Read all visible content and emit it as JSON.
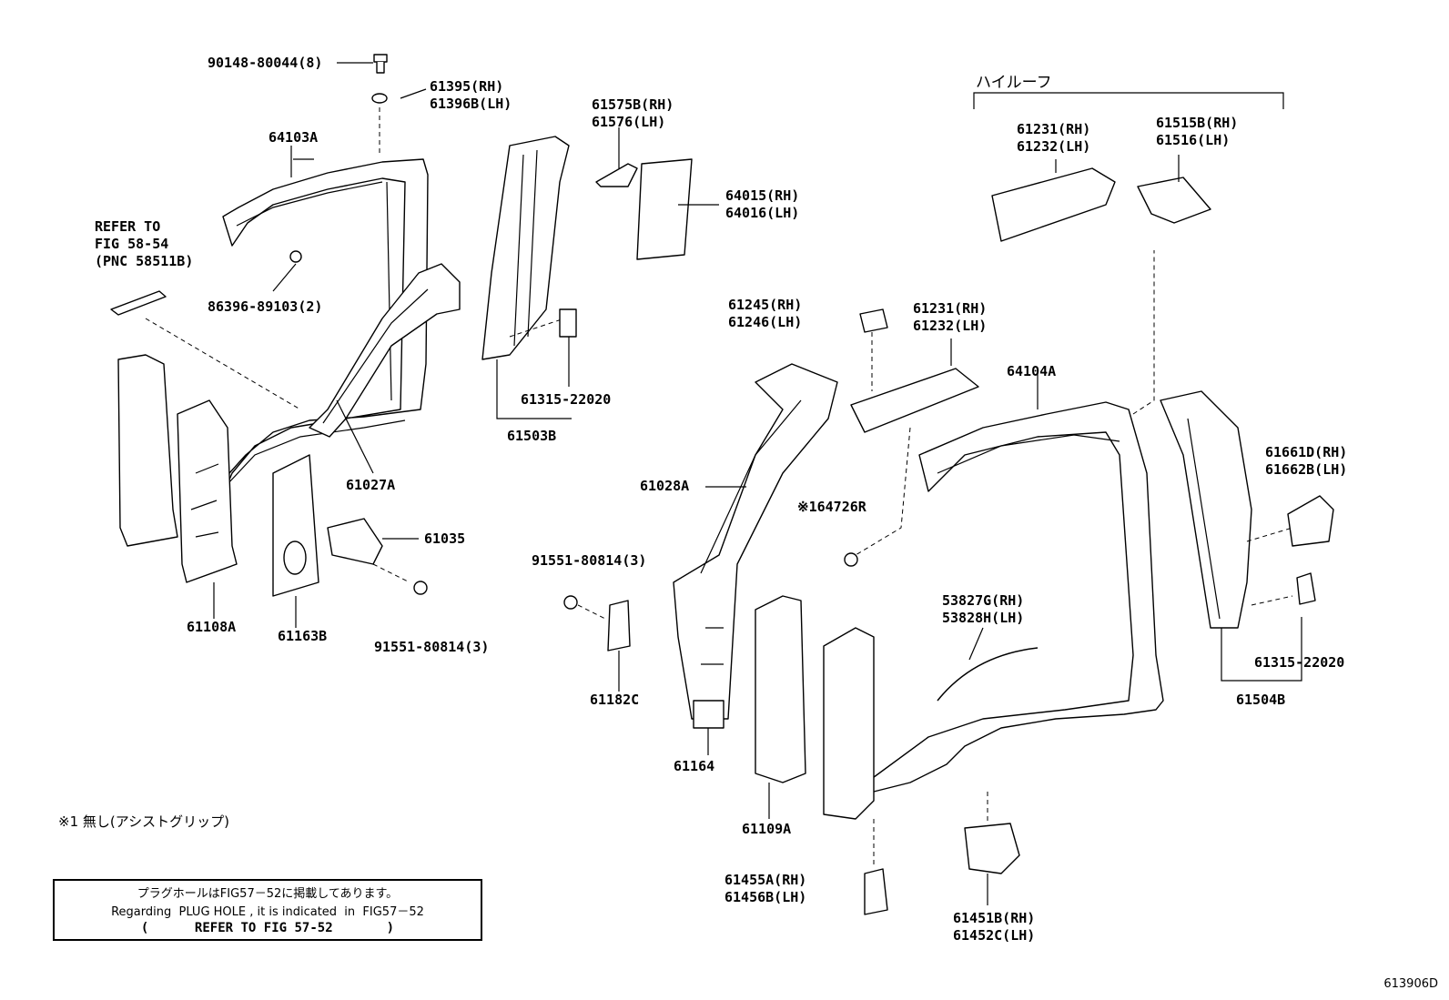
{
  "labels": {
    "p90148": "90148-80044(8)",
    "p61395": "61395(RH)\n61396B(LH)",
    "p64103A": "64103A",
    "refer_fig5854": "REFER TO\nFIG 58-54\n(PNC 58511B)",
    "p86396": "86396-89103(2)",
    "p61575": "61575B(RH)\n61576(LH)",
    "p64015": "64015(RH)\n64016(LH)",
    "p61315_left": "61315-22020",
    "p61503B": "61503B",
    "p61027A": "61027A",
    "p61035": "61035",
    "p91551_a": "91551-80814(3)",
    "p61108A": "61108A",
    "p61163B": "61163B",
    "p91551_b": "91551-80814(3)",
    "p61182C": "61182C",
    "high_roof": "ハイルーフ",
    "p61231_top": "61231(RH)\n61232(LH)",
    "p61515": "61515B(RH)\n61516(LH)",
    "p61245": "61245(RH)\n61246(LH)",
    "p61231_mid": "61231(RH)\n61232(LH)",
    "p64104A": "64104A",
    "p61028A": "61028A",
    "p64726R": "※164726R",
    "p53827": "53827G(RH)\n53828H(LH)",
    "p61661": "61661D(RH)\n61662B(LH)",
    "p61315_right": "61315-22020",
    "p61504B": "61504B",
    "p61164": "61164",
    "p61109A": "61109A",
    "p61455": "61455A(RH)\n61456B(LH)",
    "p61451": "61451B(RH)\n61452C(LH)"
  },
  "footnote": "※1 無し(アシストグリップ)",
  "note": {
    "line1": "プラグホールはFIG57－52に掲載してあります。",
    "line2": "Regarding  PLUG HOLE , it is indicated  in  FIG57－52",
    "line3": "(      REFER TO FIG 57-52       )"
  },
  "page_code": "613906D"
}
